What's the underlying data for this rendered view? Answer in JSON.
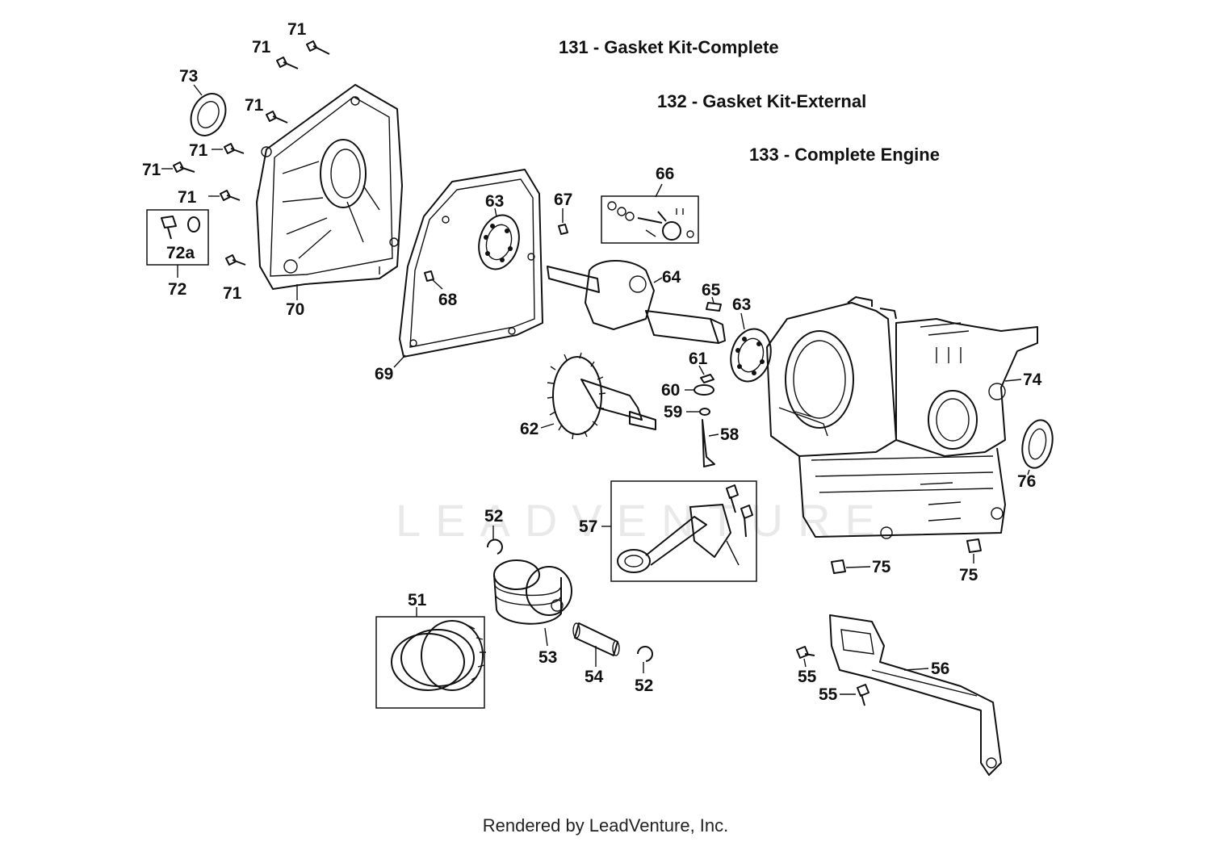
{
  "kits": [
    {
      "text": "131 - Gasket Kit-Complete"
    },
    {
      "text": "132 - Gasket Kit-External"
    },
    {
      "text": "133 - Complete Engine"
    }
  ],
  "callouts": {
    "c71a": "71",
    "c71b": "71",
    "c71c": "71",
    "c71d": "71",
    "c71e": "71",
    "c71f": "71",
    "c71g": "71",
    "c73": "73",
    "c72a": "72a",
    "c72": "72",
    "c70": "70",
    "c69": "69",
    "c68": "68",
    "c63a": "63",
    "c63b": "63",
    "c67": "67",
    "c66": "66",
    "c64": "64",
    "c65": "65",
    "c61": "61",
    "c60": "60",
    "c59": "59",
    "c58": "58",
    "c62": "62",
    "c74": "74",
    "c76": "76",
    "c75a": "75",
    "c75b": "75",
    "c57": "57",
    "c52a": "52",
    "c52b": "52",
    "c51": "51",
    "c53": "53",
    "c54": "54",
    "c56": "56",
    "c55a": "55",
    "c55b": "55"
  },
  "watermark": "LEADVENTURE",
  "footer": "Rendered by LeadVenture, Inc."
}
